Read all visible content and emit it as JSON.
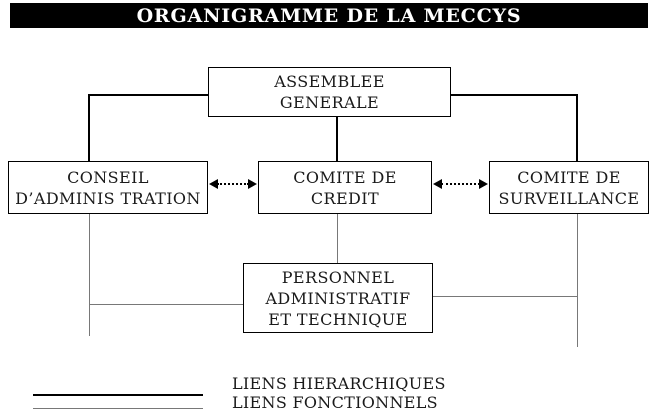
{
  "header": {
    "title": "ORGANIGRAMME DE LA MECCYS"
  },
  "boxes": {
    "assemblee": {
      "lines": [
        "ASSEMBLEE",
        "GENERALE"
      ]
    },
    "conseil": {
      "lines": [
        "CONSEIL",
        "D’ADMINIS TRATION"
      ]
    },
    "credit": {
      "lines": [
        "COMITE DE",
        "CREDIT"
      ]
    },
    "surveillance": {
      "lines": [
        "COMITE DE",
        "SURVEILLANCE"
      ]
    },
    "personnel": {
      "lines": [
        "PERSONNEL",
        "ADMINISTRATIF",
        "ET TECHNIQUE"
      ]
    }
  },
  "legend": {
    "hierarchical_label": "LIENS HIERARCHIQUES",
    "functional_label": "LIENS FONCTIONNELS"
  },
  "colors": {
    "title_bg": "#000000",
    "title_text": "#ffffff",
    "hierarchical_line": "#000000",
    "functional_line": "#787878",
    "box_border": "#000000",
    "box_bg": "#ffffff"
  }
}
